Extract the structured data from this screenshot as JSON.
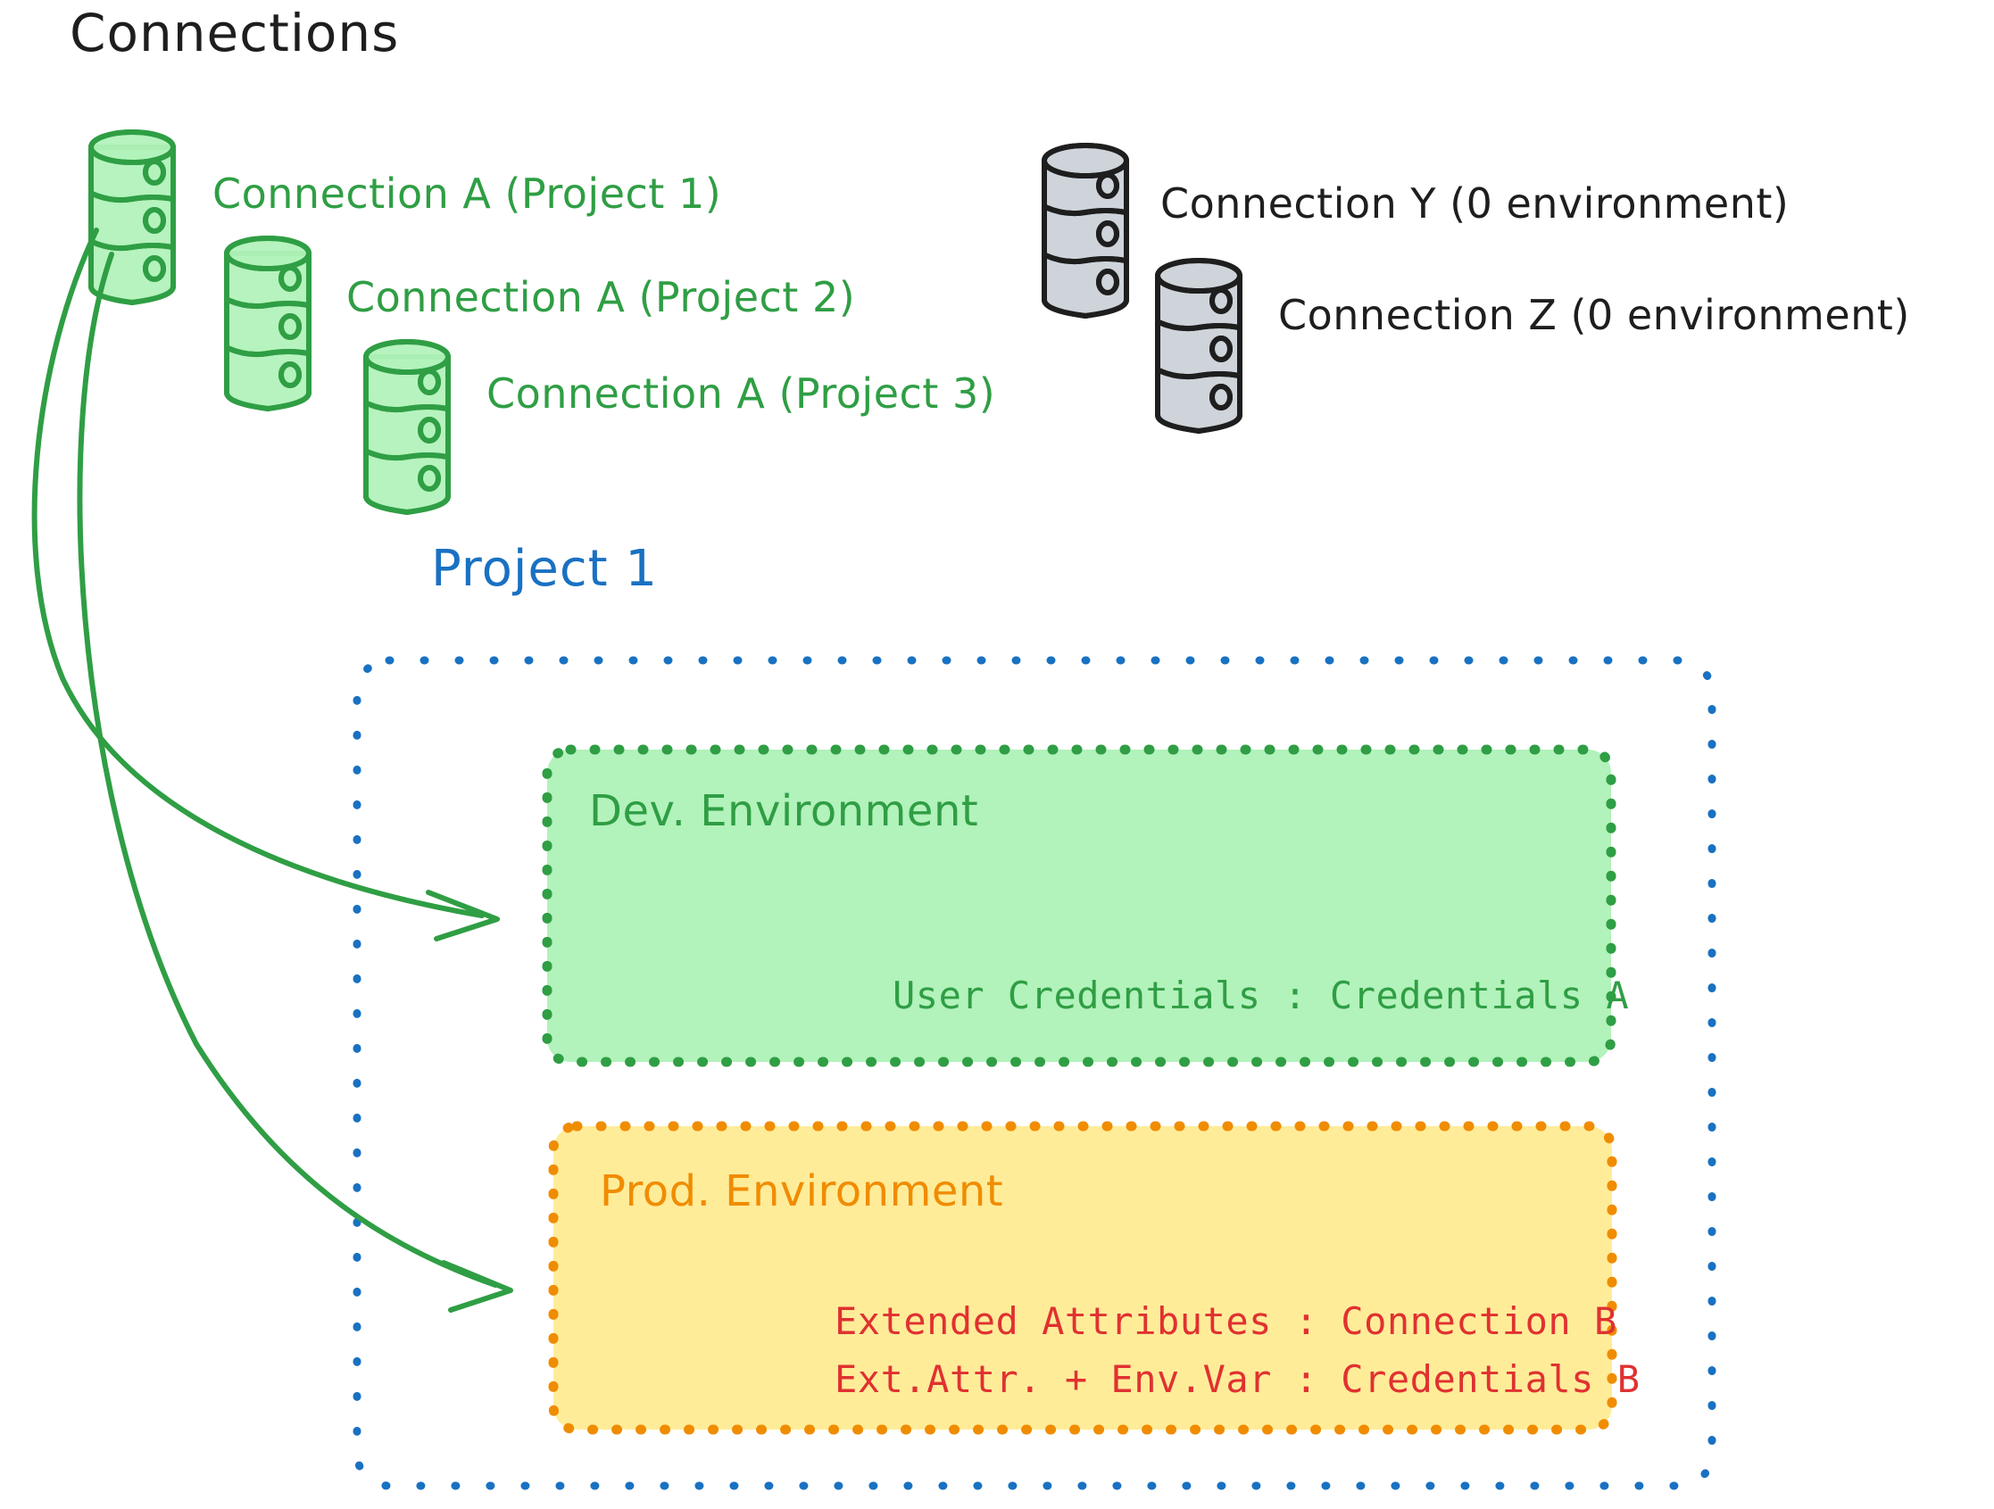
{
  "diagram": {
    "title": "Connections",
    "connections": [
      {
        "id": "a1",
        "label": "Connection A (Project 1)",
        "color": "#2f9e44",
        "fill": "#b2f2bb",
        "type": "database-icon"
      },
      {
        "id": "a2",
        "label": "Connection A (Project 2)",
        "color": "#2f9e44",
        "fill": "#b2f2bb",
        "type": "database-icon"
      },
      {
        "id": "a3",
        "label": "Connection A (Project 3)",
        "color": "#2f9e44",
        "fill": "#b2f2bb",
        "type": "database-icon"
      },
      {
        "id": "y",
        "label": "Connection Y (0 environment)",
        "color": "#1e1e1e",
        "fill": "#ced4da",
        "type": "database-icon"
      },
      {
        "id": "z",
        "label": "Connection Z (0 environment)",
        "color": "#1e1e1e",
        "fill": "#ced4da",
        "type": "database-icon"
      }
    ],
    "project": {
      "title": "Project 1",
      "border_color": "#1971c2",
      "environments": [
        {
          "id": "dev",
          "title": "Dev. Environment",
          "fill": "#b2f2bb",
          "border_color": "#2f9e44",
          "title_color": "#2f9e44",
          "lines": [
            {
              "text": "User Credentials : Credentials A",
              "color": "#2f9e44"
            }
          ]
        },
        {
          "id": "prod",
          "title": "Prod. Environment",
          "fill": "#ffec99",
          "border_color": "#f08c00",
          "title_color": "#f08c00",
          "lines": [
            {
              "text": "Extended Attributes : Connection B",
              "color": "#e03131"
            },
            {
              "text": "Ext.Attr. + Env.Var : Credentials B",
              "color": "#e03131"
            }
          ]
        }
      ]
    },
    "arrows": [
      {
        "id": "arrow-conn-a-to-dev",
        "from": "a1",
        "to": "dev",
        "color": "#2f9e44"
      },
      {
        "id": "arrow-conn-a-to-prod",
        "from": "a1",
        "to": "prod",
        "color": "#2f9e44"
      }
    ],
    "colors": {
      "green_stroke": "#2f9e44",
      "green_fill": "#b2f2bb",
      "gray_stroke": "#1e1e1e",
      "gray_fill": "#ced4da",
      "blue": "#1971c2",
      "orange": "#f08c00",
      "yellow_fill": "#ffec99",
      "red": "#e03131",
      "black": "#1e1e1e"
    }
  }
}
